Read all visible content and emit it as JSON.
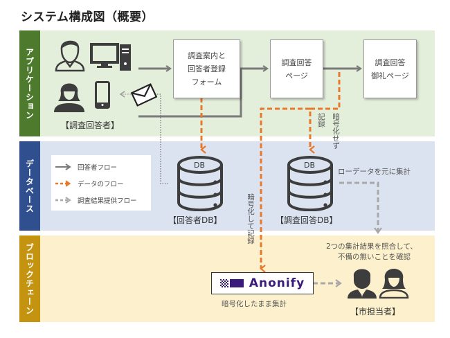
{
  "title": "システム構成図（概要）",
  "sections": {
    "application": {
      "label": "アプリケーション",
      "color": "#4e7a2e",
      "background": "#e3eedb"
    },
    "database": {
      "label": "データベース",
      "color": "#2f4f8f",
      "background": "#dbe3f1"
    },
    "blockchain": {
      "label": "ブロックチェーン",
      "color": "#c4930f",
      "background": "#fdf0cc"
    }
  },
  "boxes": {
    "form": "調査案内と\n回答者登録\nフォーム",
    "answer_page": "調査回答\nページ",
    "thanks_page": "調査回答\n御礼ページ"
  },
  "actors": {
    "respondents": "【調査回答者】",
    "city_staff": "【市担当者】"
  },
  "databases": {
    "respondent_db": {
      "icon_label": "DB",
      "caption": "【回答者DB】"
    },
    "survey_db": {
      "icon_label": "DB",
      "caption": "【調査回答DB】"
    }
  },
  "annotations": {
    "record_unencrypted_1": "記録",
    "record_unencrypted_2": "暗号化せず",
    "encrypt_and_record": "暗号化して記録",
    "raw_data_aggregate": "ローデータを元に集計",
    "compare_line1": "2つの集計結果を照合して、",
    "compare_line2": "不備の無いことを確認",
    "aggregate_encrypted": "暗号化したまま集計"
  },
  "legend": {
    "items": [
      {
        "label": "回答者フロー",
        "style": "solid",
        "color": "#7a7a7a"
      },
      {
        "label": "データのフロー",
        "style": "dashed",
        "color": "#e8782a"
      },
      {
        "label": "調査結果提供フロー",
        "style": "dashed",
        "color": "#a8a8a8"
      }
    ]
  },
  "anonify": {
    "label": "Anonify",
    "color": "#3a1a7a"
  },
  "colors": {
    "flow_respondent": "#7a7a7a",
    "flow_data": "#e8782a",
    "flow_result": "#a8a8a8",
    "icon": "#3d3d3d"
  }
}
